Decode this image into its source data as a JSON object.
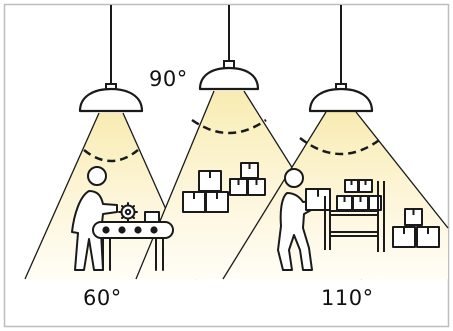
{
  "angles": {
    "left": "60°",
    "center": "90°",
    "right": "110°"
  },
  "colors": {
    "beam_top": "#f8ecb2",
    "beam_bottom": "#fffdf6",
    "line": "#1a1a1a",
    "frame": "#bdbdbd",
    "fill": "#ffffff"
  },
  "icons": {
    "lamp": "pendant-lamp-icon",
    "worker_conveyor": "worker-at-conveyor-icon",
    "boxes": "stacked-boxes-icon",
    "worker_carrying": "worker-carrying-box-icon",
    "shelving": "storage-rack-icon"
  }
}
